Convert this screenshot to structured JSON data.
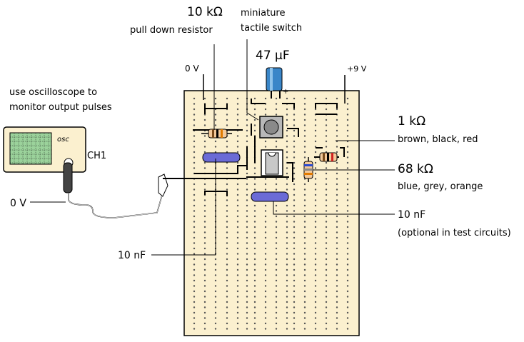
{
  "labels": {
    "r10k_value": "10  kΩ",
    "r10k_desc": "pull down resistor",
    "switch_line1": "miniature",
    "switch_line2": "tactile switch",
    "cap47": "47 µF",
    "zero_v_top": "0 V",
    "plus9v": "+9 V",
    "scope_line1": "use oscilloscope to",
    "scope_line2": "monitor output pulses",
    "osc": "osc",
    "ch1": "CH1",
    "zero_v_left": "0 V",
    "r1k_value": "1 kΩ",
    "r1k_colors": "brown, black, red",
    "r68k_value": "68 kΩ",
    "r68k_colors": "blue, grey, orange",
    "c10n_right": "10 nF",
    "c10n_right_note": "(optional in test circuits)",
    "c10n_left": "10 nF"
  },
  "colors": {
    "board": "#fbf0cf",
    "capacitor_film": "#6b6bd6",
    "electrolytic": "#3a86c8",
    "scope_screen": "#9bd29b",
    "scope_body": "#fbf0cf"
  }
}
